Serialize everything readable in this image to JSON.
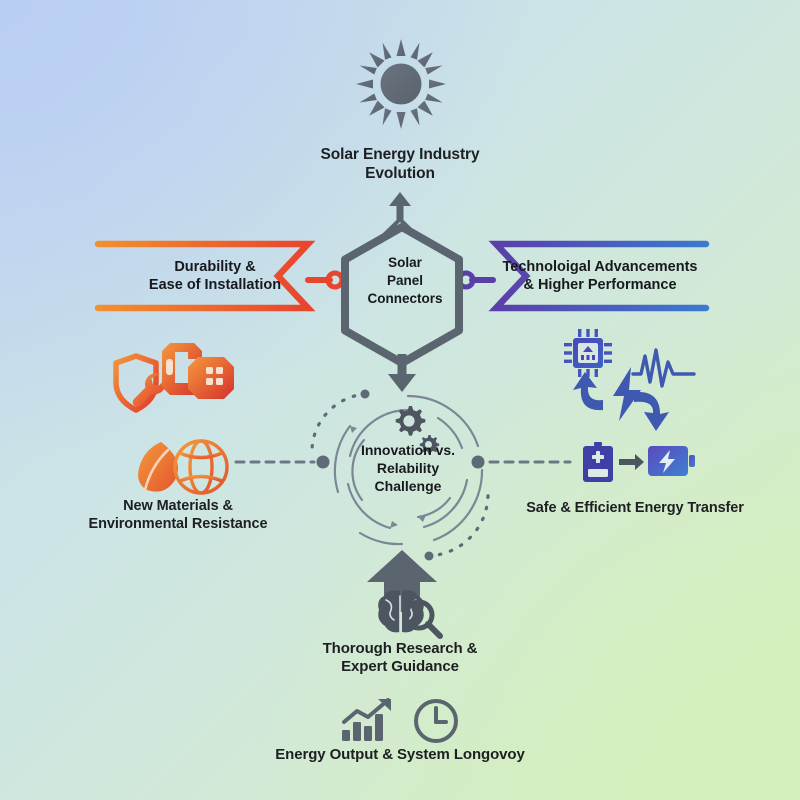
{
  "theme": {
    "bg_top_left": "#b9cef3",
    "bg_bottom_right": "#d4efbb",
    "bg_mid": "#cde5e4",
    "slate": "#5a6570",
    "slate_dark": "#4d5660",
    "orange": "#f0912f",
    "red": "#e8442e",
    "purple": "#5b3fa8",
    "blue": "#3a7ad0",
    "text": "#17191c"
  },
  "center": {
    "hex_label": "Solar\nPanel\nConnectors",
    "hex_icon": "hexagon-outline"
  },
  "top": {
    "label": "Solar Energy Industry\nEvolution",
    "icon": "sun-icon",
    "arrow": "arrow-up-icon"
  },
  "banners": [
    {
      "side": "left",
      "label": "Durability &\nEase of Installation",
      "gradient_from": "#f0912f",
      "gradient_to": "#e8442e",
      "connector_icon": "connector-node-icon",
      "shape": "chevron-banner"
    },
    {
      "side": "right",
      "label": "Technoloigal Advancements\n& Higher Performance",
      "gradient_from": "#5b3fa8",
      "gradient_to": "#3a7ad0",
      "connector_icon": "connector-node-icon",
      "shape": "chevron-banner"
    }
  ],
  "hub": {
    "label": "Innovation vs.\nRelability\nChallenge",
    "icons": [
      "gear-large-icon",
      "gear-small-icon"
    ],
    "ring_icon": "dashed-orbit-rings"
  },
  "branches": {
    "left": {
      "label": "New Materials &\nEnvironmental Resistance",
      "icons": [
        "shield-wrench-icon",
        "connector-link-icon",
        "leaf-icon",
        "globe-icon"
      ],
      "connector": "dashed-line-node"
    },
    "right": {
      "label": "Safe & Efficient Energy Transfer",
      "icons": [
        "microchip-icon",
        "lightning-bolt-icon",
        "curved-arrow-icon",
        "waveform-icon",
        "battery-empty-icon",
        "arrow-right-icon",
        "battery-charged-icon"
      ],
      "connector": "dashed-line-node"
    },
    "bottom": {
      "label": "Thorough Research &\nExpert Guidance",
      "icons": [
        "arrow-up-thick-icon",
        "brain-icon",
        "magnifier-icon"
      ]
    },
    "footer": {
      "label": "Energy Output & System Longovoy",
      "icons": [
        "bar-chart-growth-icon",
        "clock-icon"
      ]
    }
  }
}
